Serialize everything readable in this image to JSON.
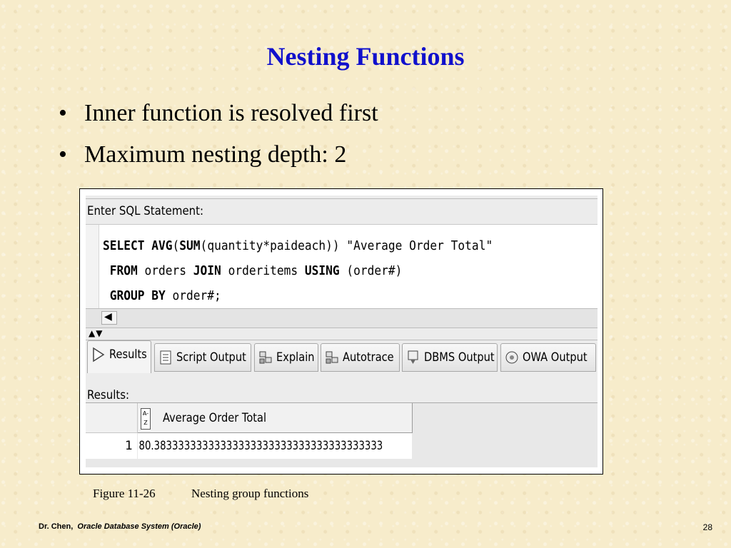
{
  "slide": {
    "title": "Nesting Functions",
    "bullets": [
      "Inner function is resolved first",
      "Maximum nesting depth: 2"
    ],
    "bullet_symbol": "•"
  },
  "screenshot": {
    "editor_label": "Enter SQL Statement:",
    "sql_lines": [
      [
        {
          "t": "SELECT ",
          "k": true
        },
        {
          "t": "AVG",
          "k": true
        },
        {
          "t": "(",
          "k": false
        },
        {
          "t": "SUM",
          "k": true
        },
        {
          "t": "(quantity*paideach)) \"Average Order Total\"",
          "k": false
        }
      ],
      [
        {
          "t": " FROM ",
          "k": true
        },
        {
          "t": "orders ",
          "k": false
        },
        {
          "t": "JOIN ",
          "k": true
        },
        {
          "t": "orderitems ",
          "k": false
        },
        {
          "t": "USING ",
          "k": true
        },
        {
          "t": "(order#)",
          "k": false
        }
      ],
      [
        {
          "t": " GROUP BY ",
          "k": true
        },
        {
          "t": "order#;",
          "k": false
        }
      ]
    ],
    "tabs": [
      {
        "label": "Results",
        "icon": "play-icon",
        "active": true
      },
      {
        "label": "Script Output",
        "icon": "script-icon",
        "active": false
      },
      {
        "label": "Explain",
        "icon": "explain-icon",
        "active": false
      },
      {
        "label": "Autotrace",
        "icon": "autotrace-icon",
        "active": false
      },
      {
        "label": "DBMS Output",
        "icon": "dbms-output-icon",
        "active": false
      },
      {
        "label": "OWA Output",
        "icon": "owa-output-icon",
        "active": false
      }
    ],
    "results_label": "Results:",
    "grid": {
      "column_header": "Average Order Total",
      "column_type_icon": "A-Z",
      "row_number": "1",
      "value": "80.38333333333333333333333333333333333333"
    }
  },
  "caption": {
    "figure": "Figure 11-26",
    "text": "Nesting group functions"
  },
  "footer": {
    "author": "Dr. Chen,",
    "course": "Oracle Database System (Oracle)",
    "page": "28"
  },
  "colors": {
    "title": "#1010cc",
    "background": "#f7eccb"
  }
}
